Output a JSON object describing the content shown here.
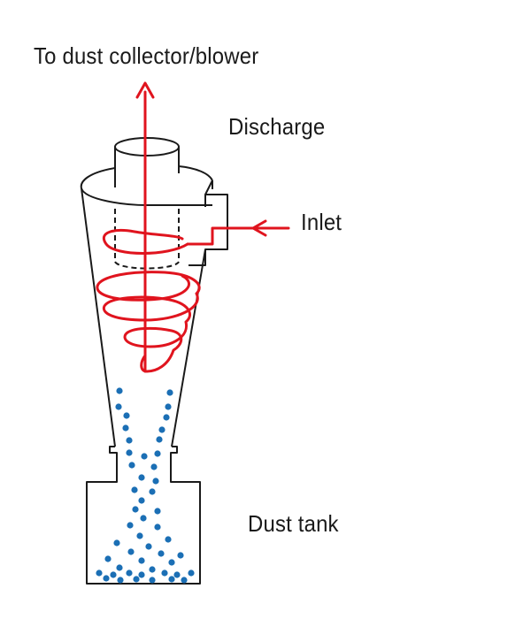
{
  "labels": {
    "top": "To dust collector/blower",
    "discharge": "Discharge",
    "inlet": "Inlet",
    "tank": "Dust tank"
  },
  "colors": {
    "outline": "#1a1a1a",
    "airflow": "#e0141e",
    "particles": "#1b6fb5",
    "background": "#ffffff"
  },
  "icons": {
    "flow_arrow": "arrow-head"
  }
}
